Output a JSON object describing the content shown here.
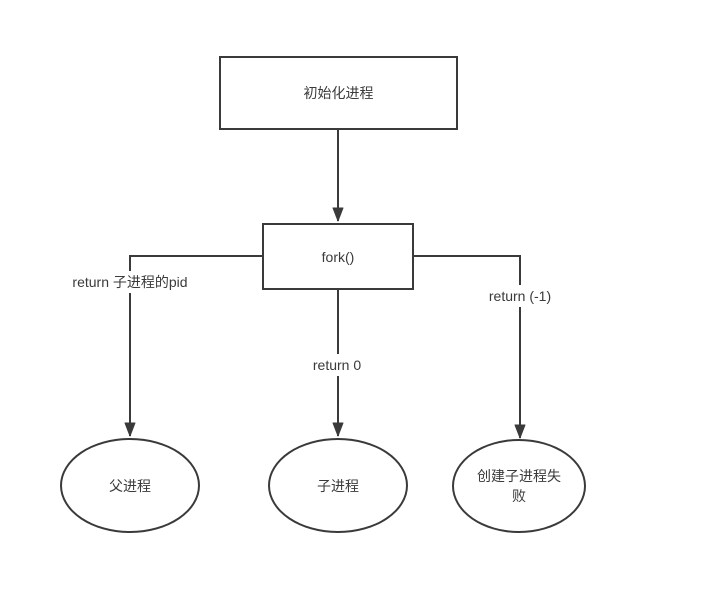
{
  "colors": {
    "stroke": "#3a3a3a",
    "background": "#ffffff",
    "text": "#3a3a3a"
  },
  "nodes": {
    "init": {
      "label": "初始化进程",
      "shape": "rect"
    },
    "fork": {
      "label": "fork()",
      "shape": "rect"
    },
    "parent": {
      "label": "父进程",
      "shape": "ellipse"
    },
    "child": {
      "label": "子进程",
      "shape": "ellipse"
    },
    "fail": {
      "label": "创建子进程失败",
      "shape": "ellipse"
    }
  },
  "edge_labels": {
    "fork_to_parent": "return 子进程的pid",
    "fork_to_child": "return 0",
    "fork_to_fail": "return (-1)"
  }
}
